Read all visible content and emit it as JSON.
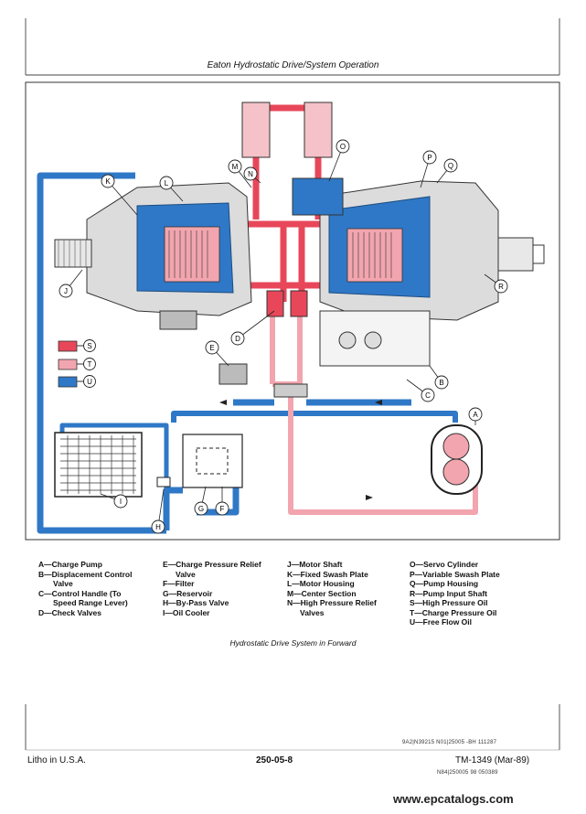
{
  "header": {
    "title": "Eaton Hydrostatic Drive/System Operation"
  },
  "callouts": [
    "A",
    "B",
    "C",
    "D",
    "E",
    "F",
    "G",
    "H",
    "I",
    "J",
    "K",
    "L",
    "M",
    "N",
    "O",
    "P",
    "Q",
    "R"
  ],
  "legend_keys": [
    "S",
    "T",
    "U"
  ],
  "colors": {
    "high_pressure": "#e8475a",
    "charge_pressure": "#f2a5ae",
    "free_flow": "#2f78c7"
  },
  "legend": {
    "col1": [
      "A—Charge Pump",
      "B—Displacement Control",
      "Valve",
      "C—Control Handle (To",
      "Speed Range Lever)",
      "D—Check Valves"
    ],
    "col2": [
      "E—Charge Pressure Relief",
      "Valve",
      "F—Filter",
      "G—Reservoir",
      "H—By-Pass Valve",
      "I—Oil Cooler"
    ],
    "col3": [
      "J—Motor Shaft",
      "K—Fixed Swash Plate",
      "L—Motor Housing",
      "M—Center Section",
      "N—High Pressure Relief",
      "Valves"
    ],
    "col4": [
      "O—Servo Cylinder",
      "P—Variable Swash Plate",
      "Q—Pump Housing",
      "R—Pump Input Shaft",
      "S—High Pressure Oil",
      "T—Charge Pressure Oil",
      "U—Free Flow Oil"
    ]
  },
  "caption": "Hydrostatic Drive System in Forward",
  "ref_codes": {
    "line1": "9A2|N39215  N01|25005  -BH  111287",
    "line2": "N84|250005  98  050389"
  },
  "footer": {
    "left": "Litho in U.S.A.",
    "center": "250-05-8",
    "right": "TM-1349 (Mar-89)"
  },
  "watermark": "www.epcatalogs.com"
}
